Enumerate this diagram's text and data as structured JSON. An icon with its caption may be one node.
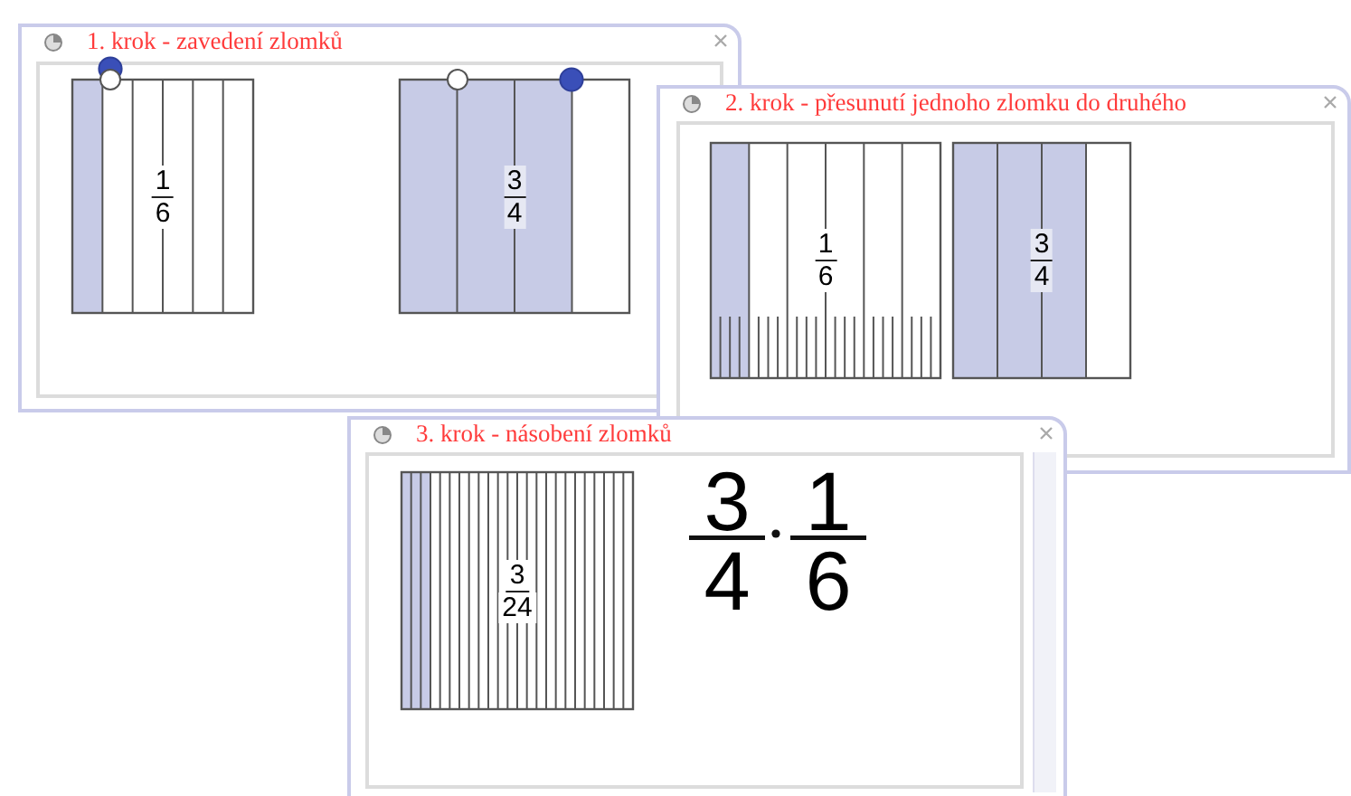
{
  "diagram": {
    "nodes": [
      {
        "text": [
          "1. krok - zavedení zlomků"
        ]
      },
      {
        "text": [
          "1",
          "6"
        ],
        "in": 0
      },
      {
        "text": [
          "3",
          "4"
        ],
        "in": 0
      },
      {
        "text": [
          "2. krok - přesunutí jednoho zlomku do druhého"
        ]
      },
      {
        "text": [
          "1",
          "6"
        ],
        "in": 3
      },
      {
        "text": [
          "3",
          "4"
        ],
        "in": 3
      },
      {
        "text": [
          "3. krok - násobení zlomků"
        ]
      },
      {
        "text": [
          "3",
          "24"
        ],
        "in": 6
      }
    ],
    "edges": [],
    "labels": [
      "3",
      "4",
      "1",
      "6"
    ]
  }
}
